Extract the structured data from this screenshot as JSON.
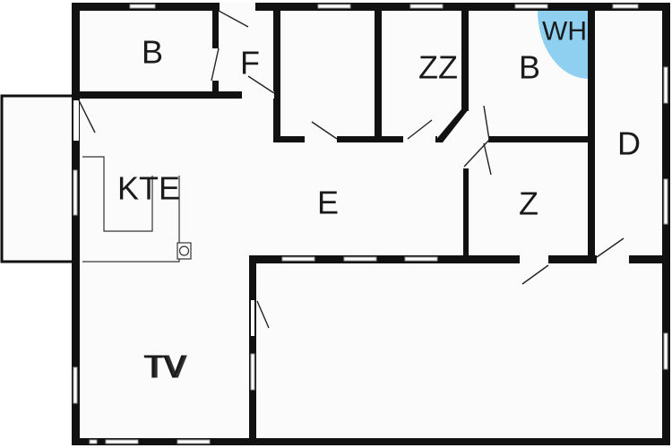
{
  "floorplan": {
    "labels": {
      "bedroom_left": "B",
      "f_room": "F",
      "zz_room": "ZZ",
      "bedroom_right": "B",
      "wh": "WH",
      "d_room": "D",
      "kte": "KTE",
      "e_room": "E",
      "z_room": "Z",
      "tv": "TV"
    },
    "colors": {
      "wall": "#111111",
      "floor": "#fbfbfb",
      "wh_fill": "#8fd0f0"
    }
  }
}
